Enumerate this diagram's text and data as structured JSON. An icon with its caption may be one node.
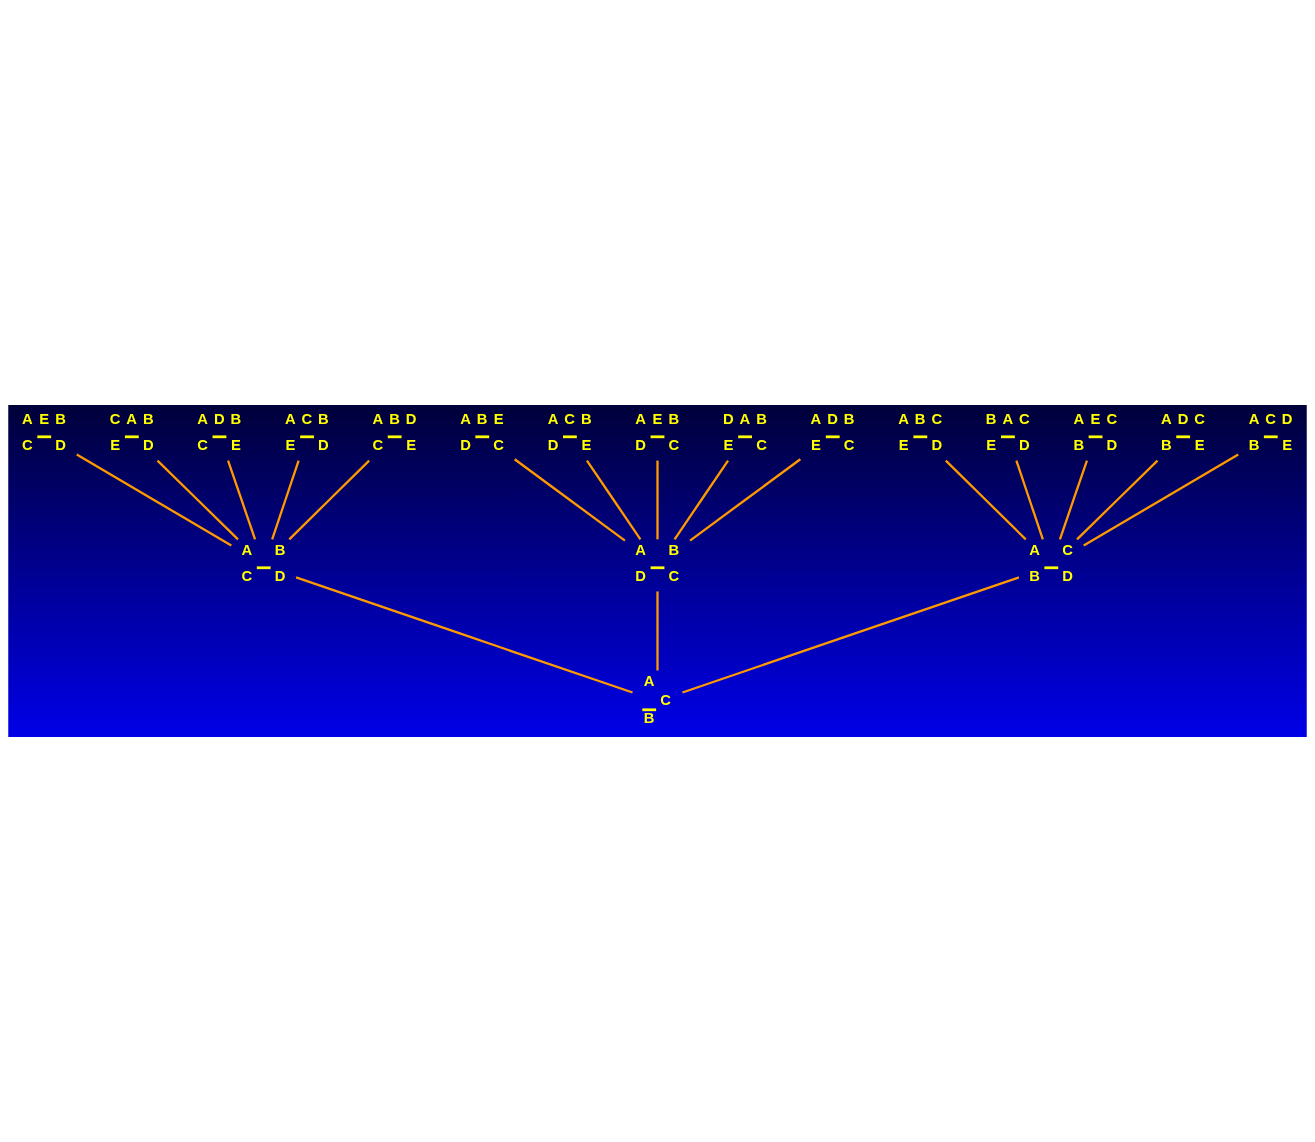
{
  "diagram": {
    "nodes": [
      {
        "text": [
          "A",
          "E",
          "B",
          "C",
          "D"
        ]
      },
      {
        "text": [
          "C",
          "A",
          "B",
          "E",
          "D"
        ]
      },
      {
        "text": [
          "A",
          "D",
          "B",
          "C",
          "E"
        ]
      },
      {
        "text": [
          "A",
          "C",
          "B",
          "E",
          "D"
        ]
      },
      {
        "text": [
          "A",
          "B",
          "D",
          "C",
          "E"
        ]
      },
      {
        "text": [
          "A",
          "B",
          "E",
          "D",
          "C"
        ]
      },
      {
        "text": [
          "A",
          "B",
          "C",
          "E",
          "D"
        ]
      },
      {
        "text": [
          "A",
          "B",
          "C",
          "D"
        ]
      },
      {
        "text": [
          "A",
          "C",
          "B",
          "D",
          "E"
        ]
      },
      {
        "text": [
          "B",
          "A",
          "C",
          "E",
          "D"
        ]
      },
      {
        "text": [
          "A",
          "E",
          "B",
          "D",
          "C"
        ]
      },
      {
        "text": [
          "A",
          "E",
          "C",
          "B",
          "D"
        ]
      },
      {
        "text": [
          "A",
          "B",
          "D",
          "C"
        ]
      },
      {
        "text": [
          "A",
          "C",
          "B",
          "D"
        ]
      },
      {
        "text": [
          "D",
          "A",
          "B",
          "E",
          "C"
        ]
      },
      {
        "text": [
          "A",
          "D",
          "C",
          "B",
          "E"
        ]
      },
      {
        "text": [
          "A",
          "D",
          "B",
          "E",
          "C"
        ]
      },
      {
        "text": [
          "A",
          "C",
          "D",
          "B",
          "E"
        ]
      },
      {
        "text": [
          "A",
          "C",
          "B"
        ]
      }
    ],
    "edges": [
      {
        "from": 18,
        "to": 12,
        "arrow": "none"
      },
      {
        "from": 18,
        "to": 7,
        "arrow": "none"
      },
      {
        "from": 18,
        "to": 13,
        "arrow": "none"
      },
      {
        "from": 12,
        "to": 16,
        "arrow": "none"
      },
      {
        "from": 12,
        "to": 14,
        "arrow": "none"
      },
      {
        "from": 12,
        "to": 10,
        "arrow": "none"
      },
      {
        "from": 12,
        "to": 8,
        "arrow": "none"
      },
      {
        "from": 12,
        "to": 5,
        "arrow": "none"
      },
      {
        "from": 7,
        "to": 3,
        "arrow": "none"
      },
      {
        "from": 7,
        "to": 1,
        "arrow": "none"
      },
      {
        "from": 7,
        "to": 0,
        "arrow": "none"
      },
      {
        "from": 7,
        "to": 2,
        "arrow": "none"
      },
      {
        "from": 7,
        "to": 4,
        "arrow": "none"
      },
      {
        "from": 13,
        "to": 6,
        "arrow": "none"
      },
      {
        "from": 13,
        "to": 9,
        "arrow": "none"
      },
      {
        "from": 13,
        "to": 11,
        "arrow": "none"
      },
      {
        "from": 13,
        "to": 15,
        "arrow": "none"
      },
      {
        "from": 13,
        "to": 17,
        "arrow": "none"
      }
    ]
  }
}
